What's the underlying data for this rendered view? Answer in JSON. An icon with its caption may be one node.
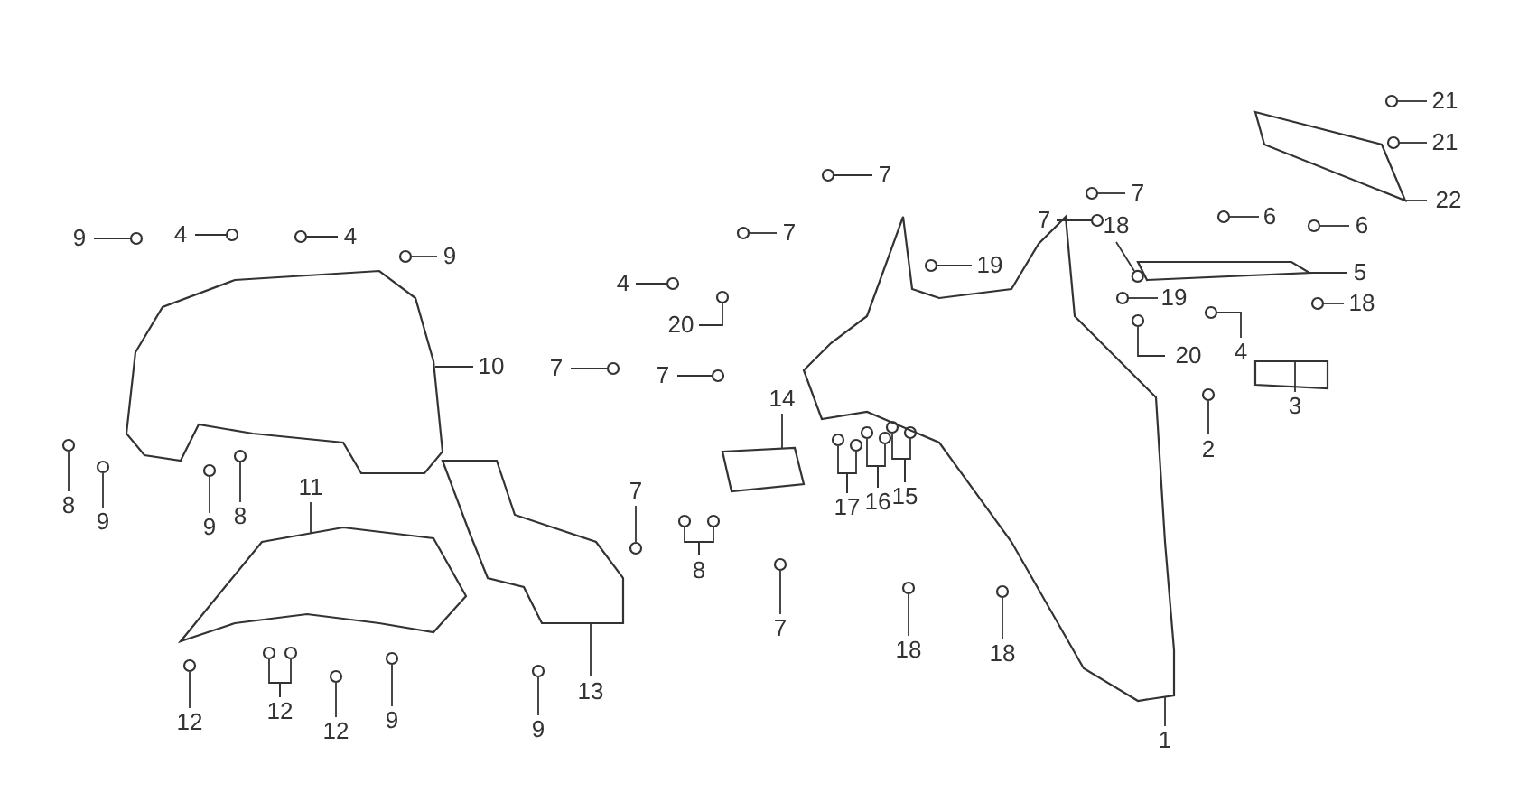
{
  "diagram": {
    "nodes": [
      {
        "text": [
          "21"
        ]
      },
      {
        "text": [
          "21"
        ]
      },
      {
        "text": [
          "22"
        ]
      },
      {
        "text": [
          "9"
        ]
      },
      {
        "text": [
          "4"
        ]
      },
      {
        "text": [
          "4"
        ]
      },
      {
        "text": [
          "9"
        ]
      },
      {
        "text": [
          "7"
        ]
      },
      {
        "text": [
          "7"
        ]
      },
      {
        "text": [
          "7"
        ]
      },
      {
        "text": [
          "7"
        ]
      },
      {
        "text": [
          "4"
        ]
      },
      {
        "text": [
          "20"
        ]
      },
      {
        "text": [
          "18"
        ]
      },
      {
        "text": [
          "19"
        ]
      },
      {
        "text": [
          "19"
        ]
      },
      {
        "text": [
          "6"
        ]
      },
      {
        "text": [
          "6"
        ]
      },
      {
        "text": [
          "5"
        ]
      },
      {
        "text": [
          "18"
        ]
      },
      {
        "text": [
          "20"
        ]
      },
      {
        "text": [
          "4"
        ]
      },
      {
        "text": [
          "3"
        ]
      },
      {
        "text": [
          "2"
        ]
      },
      {
        "text": [
          "10"
        ]
      },
      {
        "text": [
          "7"
        ]
      },
      {
        "text": [
          "7"
        ]
      },
      {
        "text": [
          "14"
        ]
      },
      {
        "text": [
          "8"
        ]
      },
      {
        "text": [
          "9"
        ]
      },
      {
        "text": [
          "9"
        ]
      },
      {
        "text": [
          "8"
        ]
      },
      {
        "text": [
          "17"
        ]
      },
      {
        "text": [
          "16"
        ]
      },
      {
        "text": [
          "15"
        ]
      },
      {
        "text": [
          "11"
        ]
      },
      {
        "text": [
          "7"
        ]
      },
      {
        "text": [
          "8"
        ]
      },
      {
        "text": [
          "7"
        ]
      },
      {
        "text": [
          "18"
        ]
      },
      {
        "text": [
          "18"
        ]
      },
      {
        "text": [
          "12"
        ]
      },
      {
        "text": [
          "12"
        ]
      },
      {
        "text": [
          "12"
        ]
      },
      {
        "text": [
          "9"
        ]
      },
      {
        "text": [
          "13"
        ]
      },
      {
        "text": [
          "9"
        ]
      },
      {
        "text": [
          "1"
        ]
      },
      {
        "text": [],
        "shape": "circle"
      },
      {
        "text": [],
        "shape": "circle"
      },
      {
        "text": [],
        "shape": "picture"
      },
      {
        "text": [],
        "shape": "circle"
      },
      {
        "text": [],
        "shape": "circle"
      },
      {
        "text": [],
        "shape": "circle"
      },
      {
        "text": [],
        "shape": "circle"
      },
      {
        "text": [],
        "shape": "circle"
      },
      {
        "text": [],
        "shape": "circle"
      },
      {
        "text": [],
        "shape": "circle"
      },
      {
        "text": [],
        "shape": "circle"
      },
      {
        "text": [],
        "shape": "circle"
      },
      {
        "text": [],
        "shape": "circle"
      },
      {
        "text": [],
        "shape": "circle"
      },
      {
        "text": [],
        "shape": "circle"
      },
      {
        "text": [],
        "shape": "circle"
      },
      {
        "text": [],
        "shape": "circle"
      },
      {
        "text": [],
        "shape": "circle"
      },
      {
        "text": [],
        "shape": "picture"
      },
      {
        "text": [],
        "shape": "circle"
      },
      {
        "text": [],
        "shape": "circle"
      },
      {
        "text": [],
        "shape": "circle"
      },
      {
        "text": [],
        "shape": "picture"
      },
      {
        "text": [],
        "shape": "circle"
      },
      {
        "text": [],
        "shape": "picture"
      },
      {
        "text": [],
        "shape": "circle"
      },
      {
        "text": [],
        "shape": "circle"
      },
      {
        "text": [],
        "shape": "picture"
      },
      {
        "text": [],
        "shape": "circle"
      },
      {
        "text": [],
        "shape": "circle"
      },
      {
        "text": [],
        "shape": "circle"
      },
      {
        "text": [],
        "shape": "circle"
      },
      {
        "text": [],
        "shape": "circle"
      },
      {
        "text": [],
        "shape": "circle"
      },
      {
        "text": [],
        "shape": "circle"
      },
      {
        "text": [],
        "shape": "circle"
      },
      {
        "text": [],
        "shape": "circle"
      },
      {
        "text": [],
        "shape": "circle"
      },
      {
        "text": [],
        "shape": "picture"
      },
      {
        "text": [],
        "shape": "circle"
      },
      {
        "text": [],
        "shape": "circle"
      },
      {
        "text": [],
        "shape": "circle"
      },
      {
        "text": [],
        "shape": "circle"
      },
      {
        "text": [],
        "shape": "circle"
      },
      {
        "text": [],
        "shape": "circle"
      },
      {
        "text": [],
        "shape": "circle"
      },
      {
        "text": [],
        "shape": "circle"
      },
      {
        "text": [],
        "shape": "circle"
      },
      {
        "text": [],
        "shape": "circle"
      },
      {
        "text": [],
        "shape": "circle"
      },
      {
        "text": [],
        "shape": "picture"
      },
      {
        "text": [],
        "shape": "circle"
      },
      {
        "text": [],
        "shape": "picture"
      }
    ],
    "edges": [
      {
        "from": 0,
        "to": 48,
        "arrow": "none"
      },
      {
        "from": 1,
        "to": 49,
        "arrow": "none"
      },
      {
        "from": 2,
        "to": 50,
        "arrow": "none"
      },
      {
        "from": 3,
        "to": 51,
        "arrow": "none"
      },
      {
        "from": 4,
        "to": 52,
        "arrow": "none"
      },
      {
        "from": 5,
        "to": 53,
        "arrow": "none"
      },
      {
        "from": 6,
        "to": 54,
        "arrow": "none"
      },
      {
        "from": 7,
        "to": 55,
        "arrow": "none"
      },
      {
        "from": 8,
        "to": 56,
        "arrow": "none"
      },
      {
        "from": 9,
        "to": 57,
        "arrow": "none"
      },
      {
        "from": 10,
        "to": 58,
        "arrow": "none"
      },
      {
        "from": 11,
        "to": 59,
        "arrow": "none"
      },
      {
        "from": 12,
        "to": 60,
        "arrow": "none"
      },
      {
        "from": 13,
        "to": 61,
        "arrow": "none"
      },
      {
        "from": 14,
        "to": 62,
        "arrow": "none"
      },
      {
        "from": 15,
        "to": 63,
        "arrow": "none"
      },
      {
        "from": 16,
        "to": 64,
        "arrow": "none"
      },
      {
        "from": 17,
        "to": 65,
        "arrow": "none"
      },
      {
        "from": 18,
        "to": 66,
        "arrow": "none"
      },
      {
        "from": 19,
        "to": 67,
        "arrow": "none"
      },
      {
        "from": 20,
        "to": 68,
        "arrow": "none"
      },
      {
        "from": 21,
        "to": 69,
        "arrow": "none"
      },
      {
        "from": 22,
        "to": 70,
        "arrow": "none"
      },
      {
        "from": 23,
        "to": 71,
        "arrow": "none"
      },
      {
        "from": 24,
        "to": 72,
        "arrow": "none"
      },
      {
        "from": 25,
        "to": 73,
        "arrow": "none"
      },
      {
        "from": 26,
        "to": 74,
        "arrow": "none"
      },
      {
        "from": 27,
        "to": 75,
        "arrow": "none"
      },
      {
        "from": 28,
        "to": 76,
        "arrow": "none"
      },
      {
        "from": 29,
        "to": 77,
        "arrow": "none"
      },
      {
        "from": 30,
        "to": 78,
        "arrow": "none"
      },
      {
        "from": 31,
        "to": 79,
        "arrow": "none"
      },
      {
        "from": 32,
        "to": 80,
        "arrow": "none"
      },
      {
        "from": 32,
        "to": 81,
        "arrow": "none"
      },
      {
        "from": 33,
        "to": 82,
        "arrow": "none"
      },
      {
        "from": 33,
        "to": 83,
        "arrow": "none"
      },
      {
        "from": 34,
        "to": 84,
        "arrow": "none"
      },
      {
        "from": 34,
        "to": 85,
        "arrow": "none"
      },
      {
        "from": 35,
        "to": 86,
        "arrow": "none"
      },
      {
        "from": 36,
        "to": 87,
        "arrow": "none"
      },
      {
        "from": 37,
        "to": 88,
        "arrow": "none"
      },
      {
        "from": 37,
        "to": 89,
        "arrow": "none"
      },
      {
        "from": 38,
        "to": 90,
        "arrow": "none"
      },
      {
        "from": 39,
        "to": 91,
        "arrow": "none"
      },
      {
        "from": 40,
        "to": 92,
        "arrow": "none"
      },
      {
        "from": 41,
        "to": 93,
        "arrow": "none"
      },
      {
        "from": 42,
        "to": 94,
        "arrow": "none"
      },
      {
        "from": 42,
        "to": 95,
        "arrow": "none"
      },
      {
        "from": 43,
        "to": 96,
        "arrow": "none"
      },
      {
        "from": 44,
        "to": 97,
        "arrow": "none"
      },
      {
        "from": 45,
        "to": 98,
        "arrow": "none"
      },
      {
        "from": 46,
        "to": 99,
        "arrow": "none"
      },
      {
        "from": 47,
        "to": 100,
        "arrow": "none"
      }
    ]
  }
}
